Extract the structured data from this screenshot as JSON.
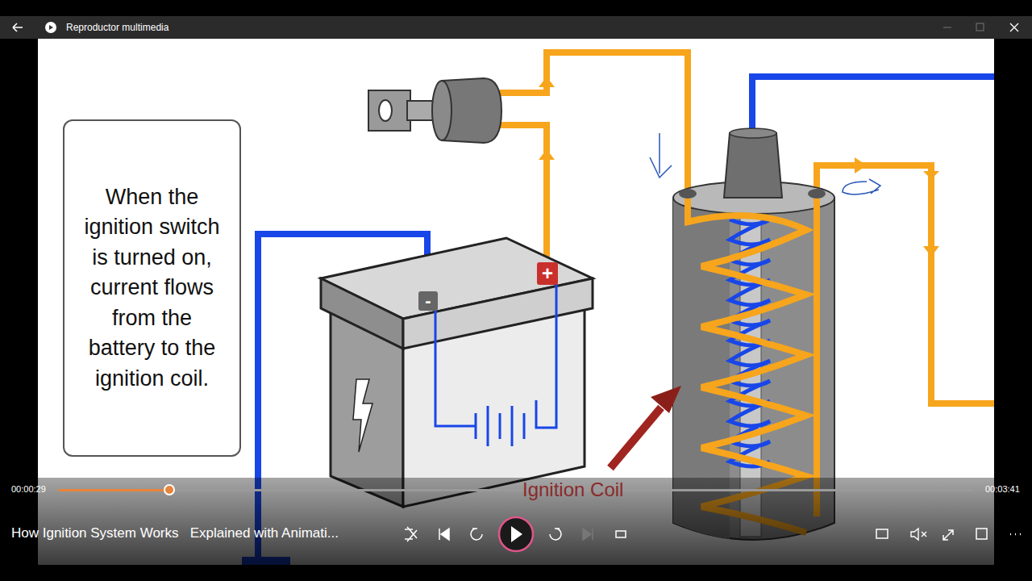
{
  "diagram": {
    "nodes": [
      {
        "text": [
          "When the ignition switch is turned on, current flows from the battery to the ignition coil."
        ]
      }
    ],
    "labels": [
      "Reproductor multimedia",
      "-",
      "+",
      "Ignition Coil",
      "00:00:29",
      "00:03:41",
      "How Ignition System Works   Explained with Animati..."
    ]
  }
}
